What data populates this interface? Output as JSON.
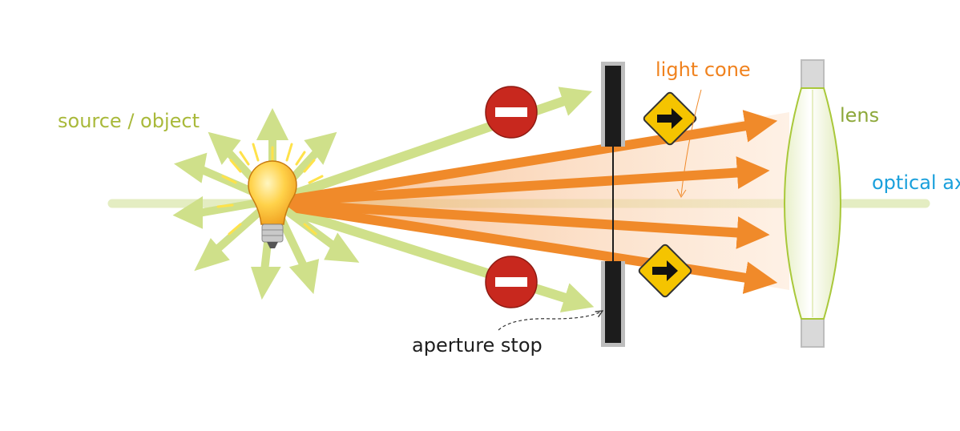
{
  "labels": {
    "source": "source / object",
    "light_cone": "light cone",
    "lens": "lens",
    "optical_axis": "optical axis",
    "aperture_stop": "aperture stop"
  },
  "colors": {
    "source_label": "#a9b93a",
    "light_cone_label": "#f0821e",
    "lens_label": "#8da83a",
    "axis_label": "#1aa0dc",
    "green_ray": "#cfe08a",
    "orange_ray": "#f08a2a",
    "cone_fill": "#f7c9a0",
    "stop": "#1c1c1c",
    "no_entry_sign": "#c8281e",
    "warning_sign": "#f5c400"
  },
  "icons": {
    "source": "light-bulb-icon",
    "blocked": "no-entry-sign-icon",
    "passing": "right-arrow-warning-sign-icon"
  }
}
